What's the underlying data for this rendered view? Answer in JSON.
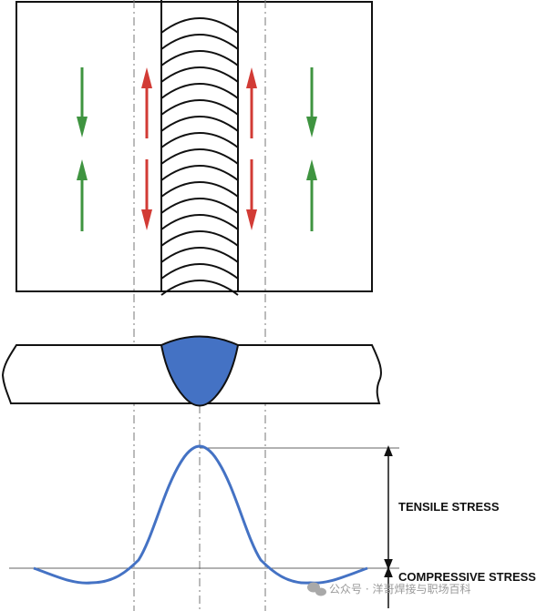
{
  "labels": {
    "tensile": "TENSILE STRESS",
    "compressive": "COMPRESSIVE STRESS"
  },
  "watermark": {
    "text": "公众号 · 洋哥焊接与职场百科",
    "icon": "wechat-icon"
  },
  "colors": {
    "tension_arrow": "#d23b35",
    "compression_arrow": "#3f9440",
    "weld_fill": "#4472c4",
    "stress_curve": "#4472c4",
    "outline": "#111111"
  }
}
